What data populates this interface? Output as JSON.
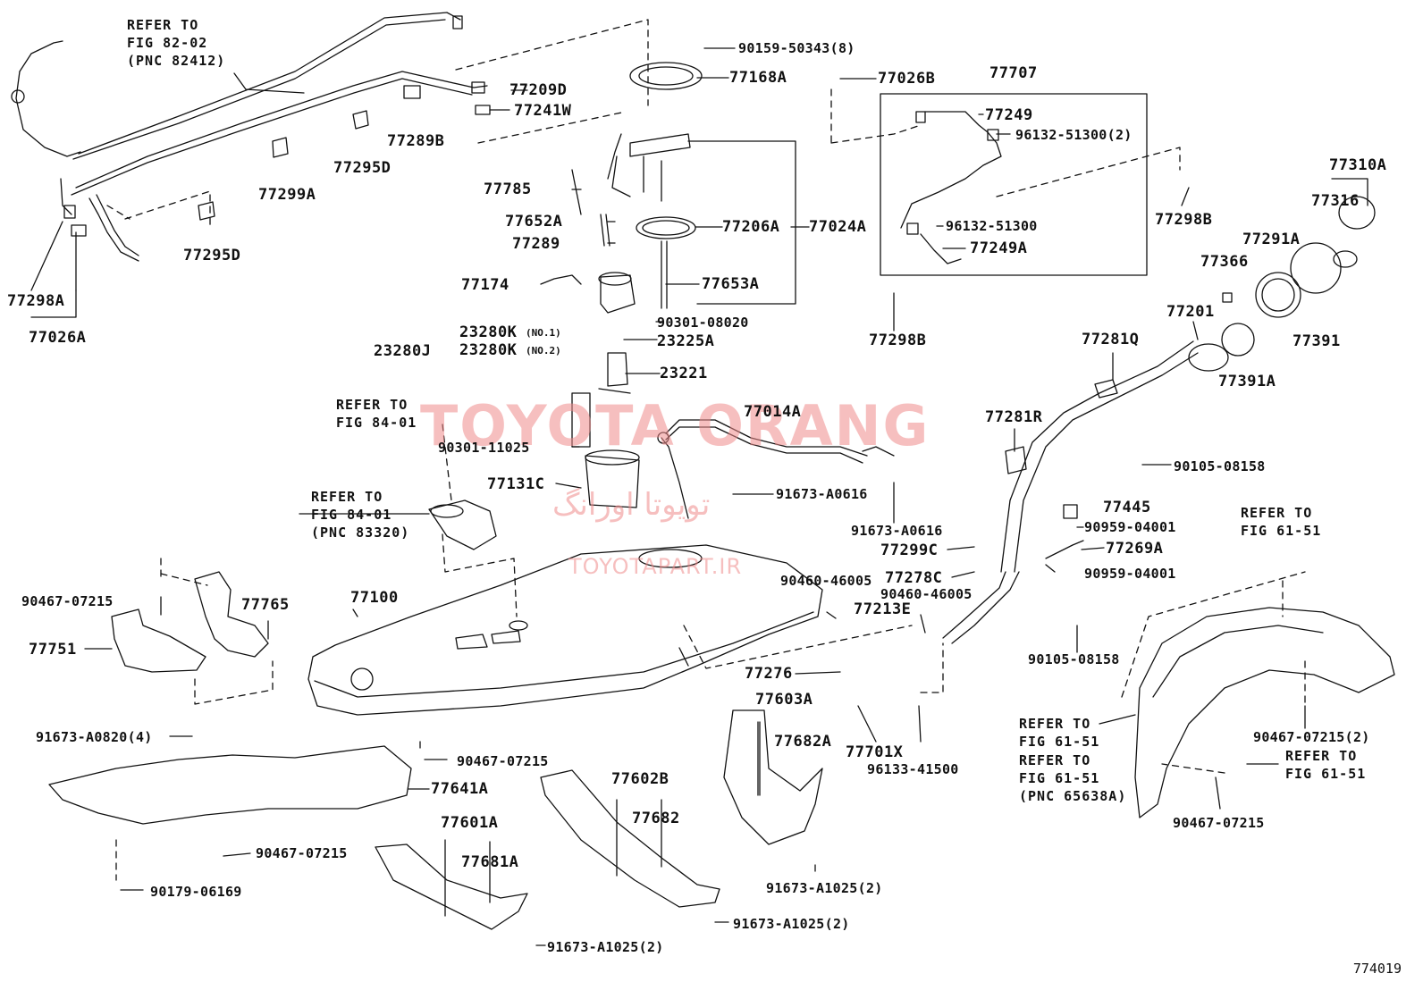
{
  "diagram_code": "774019",
  "watermark": {
    "main": "TOYOTA ORANG",
    "farsi": "تویوتا اورانگ",
    "url": "TOYOTAPART.IR"
  },
  "labels": {
    "p90159_50343": "90159-50343(8)",
    "p77168A": "77168A",
    "p77026B": "77026B",
    "p77707": "77707",
    "p77249": "77249",
    "p96132_51300_2": "96132-51300(2)",
    "p96132_51300": "96132-51300",
    "p77249A": "77249A",
    "p77298B_a": "77298B",
    "p77298B_b": "77298B",
    "p77310A": "77310A",
    "p77316": "77316",
    "p77291A": "77291A",
    "p77366": "77366",
    "p77201": "77201",
    "p77391": "77391",
    "p77391A": "77391A",
    "p77209D": "77209D",
    "p77241W": "77241W",
    "p77289B": "77289B",
    "p77295D_a": "77295D",
    "p77295D_b": "77295D",
    "p77299A": "77299A",
    "p77785": "77785",
    "p77652A": "77652A",
    "p77289": "77289",
    "p77206A": "77206A",
    "p77024A": "77024A",
    "p77174": "77174",
    "p77653A": "77653A",
    "p90301_08020": "90301-08020",
    "p23280K_1": "23280K",
    "p23280K_2": "23280K",
    "no1": "(NO.1)",
    "no2": "(NO.2)",
    "p23280J": "23280J",
    "p23225A": "23225A",
    "p23221": "23221",
    "p77014A": "77014A",
    "p90301_11025": "90301-11025",
    "p77131C": "77131C",
    "p91673_A0616_a": "91673-A0616",
    "p91673_A0616_b": "91673-A0616",
    "p77281Q": "77281Q",
    "p77281R": "77281R",
    "p90105_08158_a": "90105-08158",
    "p90105_08158_b": "90105-08158",
    "p77445": "77445",
    "p90959_04001_a": "90959-04001",
    "p90959_04001_b": "90959-04001",
    "p77299C": "77299C",
    "p77269A": "77269A",
    "p77278C": "77278C",
    "p90460_46005_a": "90460-46005",
    "p90460_46005_b": "90460-46005",
    "p77213E": "77213E",
    "p77276": "77276",
    "p77603A": "77603A",
    "p77682A": "77682A",
    "p77701X": "77701X",
    "p96133_41500": "96133-41500",
    "p77298A": "77298A",
    "p77026A": "77026A",
    "p90467_07215_a": "90467-07215",
    "p90467_07215_b": "90467-07215",
    "p90467_07215_c": "90467-07215",
    "p90467_07215_d": "90467-07215",
    "p90467_07215_2": "90467-07215(2)",
    "p77765": "77765",
    "p77751": "77751",
    "p77100": "77100",
    "p91673_A0820_4": "91673-A0820(4)",
    "p77641A": "77641A",
    "p90179_06169": "90179-06169",
    "p77601A": "77601A",
    "p77681A": "77681A",
    "p77602B": "77602B",
    "p77682": "77682",
    "p91673_A1025_2a": "91673-A1025(2)",
    "p91673_A1025_2b": "91673-A1025(2)",
    "p91673_A1025_2c": "91673-A1025(2)"
  },
  "refs": {
    "r1": "REFER TO\nFIG 82-02\n(PNC 82412)",
    "r2": "REFER TO\nFIG 84-01",
    "r3": "REFER TO\nFIG 84-01\n(PNC 83320)",
    "r4": "REFER TO\nFIG 61-51",
    "r5": "REFER TO\nFIG 61-51",
    "r6": "REFER TO\nFIG 61-51\n(PNC 65638A)",
    "r7": "REFER TO\nFIG 61-51"
  }
}
